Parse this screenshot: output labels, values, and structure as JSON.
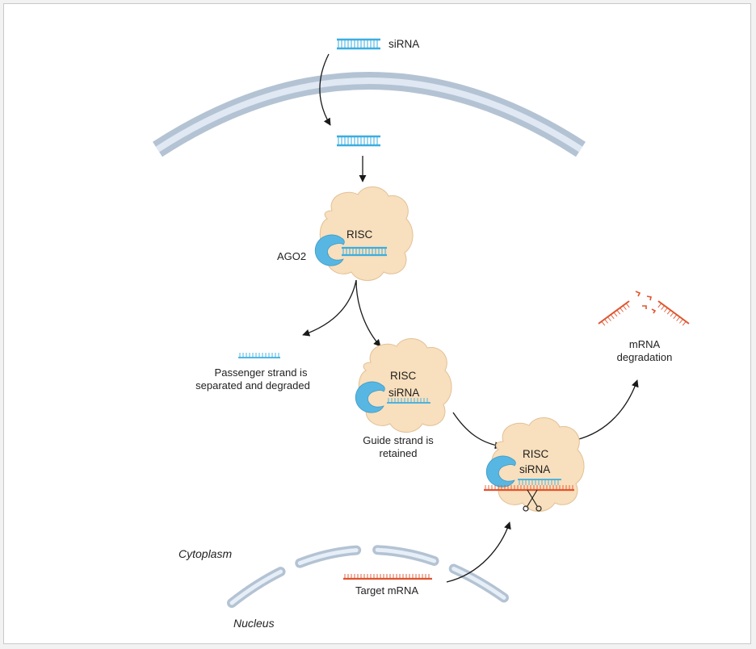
{
  "labels": {
    "sirna_top": "siRNA",
    "ago2": "AGO2",
    "risc_1": "RISC",
    "passenger_line1": "Passenger strand is",
    "passenger_line2": "separated and  degraded",
    "risc_2": "RISC",
    "sirna_2": "siRNA",
    "guide_line1": "Guide strand is",
    "guide_line2": "retained",
    "risc_3": "RISC",
    "sirna_3": "siRNA",
    "degradation_line1": "mRNA",
    "degradation_line2": "degradation",
    "cytoplasm": "Cytoplasm",
    "nucleus": "Nucleus",
    "target_mrna": "Target mRNA"
  },
  "colors": {
    "sirna": "#3aaee0",
    "mrna": "#e0552f",
    "risc_fill": "#f8dfbd",
    "risc_stroke": "#e2c196",
    "ago2": "#58b6e2",
    "membrane_outer": "#b4c3d3",
    "membrane_inner": "#dfe8f3",
    "arrow": "#1a1a1a"
  },
  "icons": {
    "cleavage": "scissors-icon"
  }
}
